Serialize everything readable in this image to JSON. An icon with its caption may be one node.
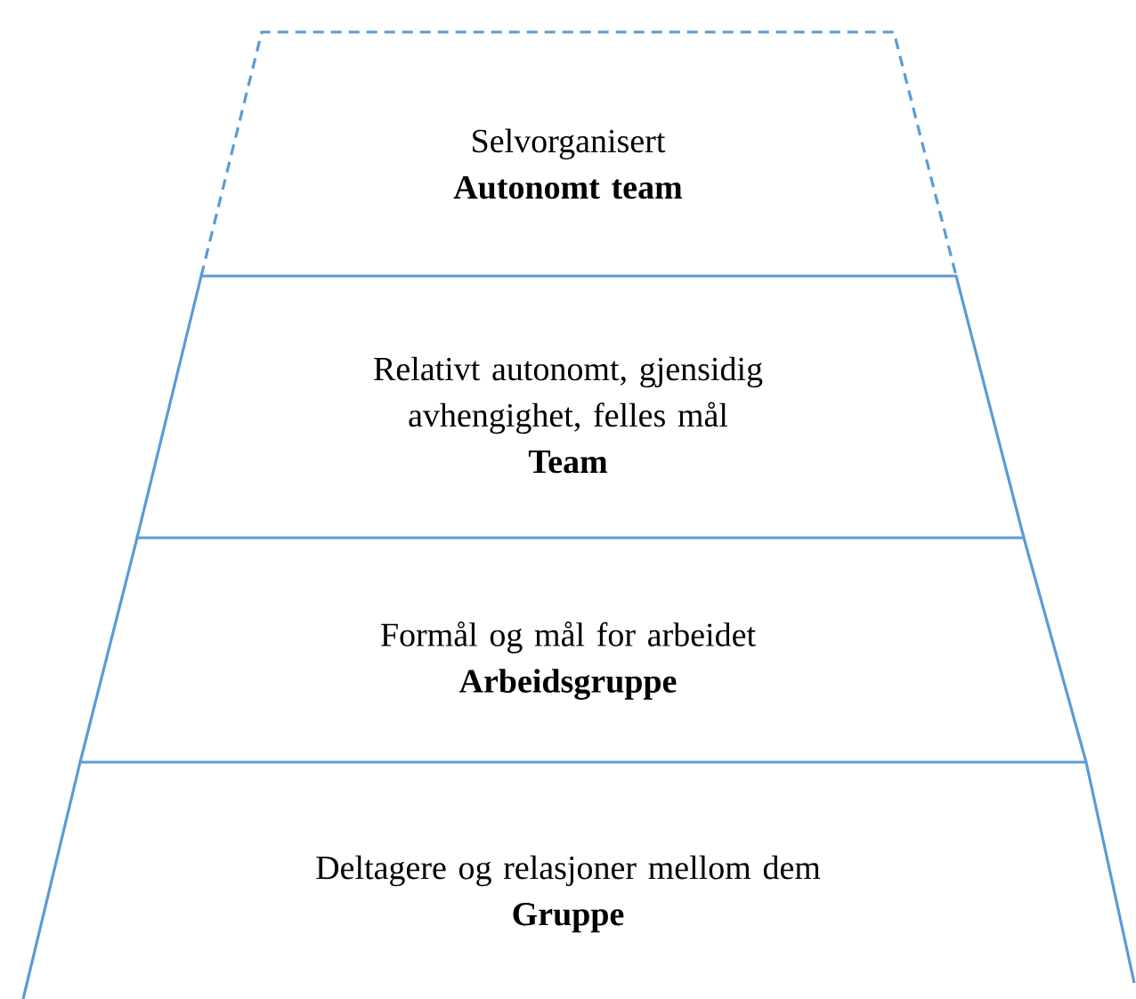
{
  "diagram": {
    "nodes": [
      {
        "text": [
          "Selvorganisert",
          "Autonomt team"
        ]
      },
      {
        "text": [
          "Relativt autonomt, gjensidig avhengighet, felles mål",
          "Team"
        ]
      },
      {
        "text": [
          "Formål og mål for arbeidet",
          "Arbeidsgruppe"
        ]
      },
      {
        "text": [
          "Deltagere og relasjoner mellom dem",
          "Gruppe"
        ]
      }
    ]
  }
}
